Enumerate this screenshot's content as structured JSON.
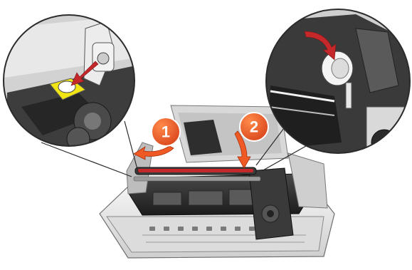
{
  "callouts": [
    {
      "label": "1",
      "color": "#ef5a24"
    },
    {
      "label": "2",
      "color": "#ef5a24"
    }
  ],
  "colors": {
    "accent_orange": "#ef5a24",
    "accent_red": "#c4282b",
    "highlight_yellow": "#f2e515",
    "printer_body": "#e6e6e6",
    "dark_parts": "#2b2b2b",
    "mid_gray": "#8c8c8c"
  },
  "icons": {
    "left_zoom": "magnified-detail-left",
    "right_zoom": "magnified-detail-right",
    "arrow": "curved-arrow"
  }
}
